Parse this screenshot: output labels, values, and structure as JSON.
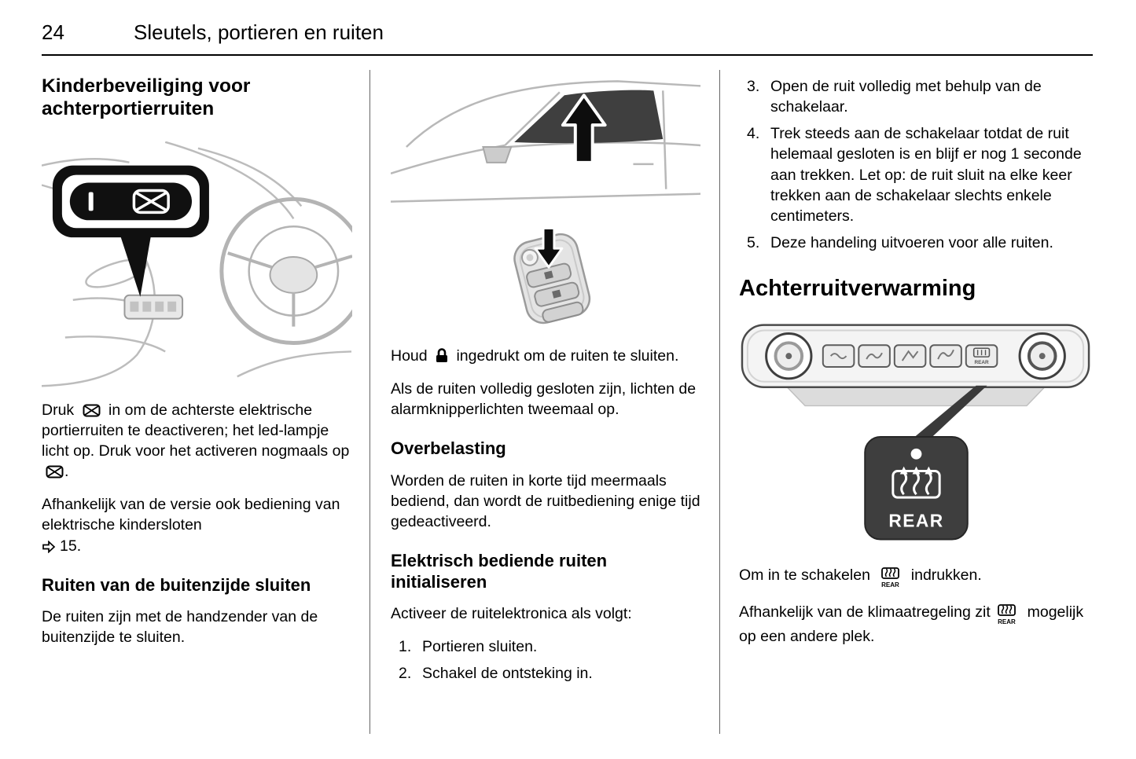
{
  "page": {
    "number": "24",
    "title": "Sleutels, portieren en ruiten"
  },
  "left": {
    "heading": "Kinderbeveiliging voor achterportierruiten",
    "p1a": "Druk",
    "p1b": "in om de achterste elektrische portierruiten te deactiveren; het led-lampje licht op. Druk voor het activeren nogmaals op",
    "p1c": ".",
    "p2": "Afhankelijk van de versie ook bediening van elektrische kindersloten",
    "p2_ref": "15.",
    "sub": "Ruiten van de buitenzijde sluiten",
    "p3": "De ruiten zijn met de handzender van de buitenzijde te sluiten."
  },
  "middle": {
    "p1a": "Houd",
    "p1b": "ingedrukt om de ruiten te sluiten.",
    "p2": "Als de ruiten volledig gesloten zijn, lichten de alarmknipperlichten tweemaal op.",
    "sub1": "Overbelasting",
    "p3": "Worden de ruiten in korte tijd meermaals bediend, dan wordt de ruitbediening enige tijd gedeactiveerd.",
    "sub2": "Elektrisch bediende ruiten initialiseren",
    "p4": "Activeer de ruitelektronica als volgt:",
    "steps": [
      {
        "n": "1.",
        "t": "Portieren sluiten."
      },
      {
        "n": "2.",
        "t": "Schakel de ontsteking in."
      }
    ]
  },
  "right": {
    "steps": [
      {
        "n": "3.",
        "t": "Open de ruit volledig met behulp van de schakelaar."
      },
      {
        "n": "4.",
        "t": "Trek steeds aan de schakelaar totdat de ruit helemaal gesloten is en blijf er nog 1 seconde aan trekken. Let op: de ruit sluit na elke keer trekken aan de schakelaar slechts enkele centimeters."
      },
      {
        "n": "5.",
        "t": "Deze handeling uitvoeren voor alle ruiten."
      }
    ],
    "heading": "Achterruitverwarming",
    "rear_label": "REAR",
    "p1a": "Om in te schakelen",
    "p1b": "indrukken.",
    "p2a": "Afhankelijk van de klimaatregeling zit",
    "p2b": "mogelijk op een andere plek."
  },
  "icons": {
    "child_lock": "window-crossed-icon",
    "page_ref": "arrow-right-icon",
    "lock": "padlock-icon",
    "rear": "rear-window-defrost-icon"
  }
}
